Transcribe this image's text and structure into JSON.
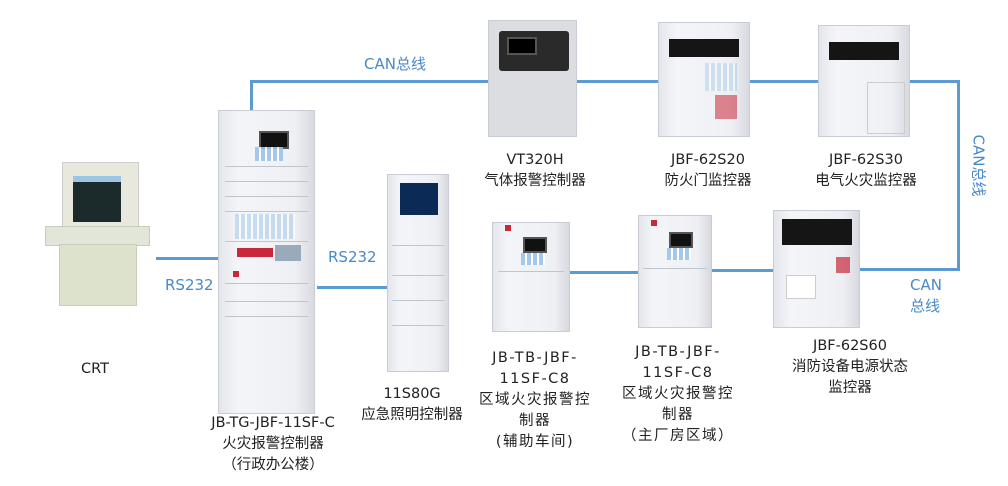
{
  "bus_labels": {
    "can_top": "CAN总线",
    "can_right_vertical": "CAN总线",
    "can_right_line1": "CAN",
    "can_right_line2": "总线",
    "rs232_left": "RS232",
    "rs232_right": "RS232"
  },
  "colors": {
    "bus_line": "#5b9bd5",
    "bus_label": "#4a88c8"
  },
  "devices": [
    {
      "lines": [
        "CRT"
      ]
    },
    {
      "lines": [
        "JB-TG-JBF-11SF-C",
        "火灾报警控制器",
        "（行政办公楼）"
      ]
    },
    {
      "lines": [
        "11S80G",
        "应急照明控制器"
      ]
    },
    {
      "lines": [
        "VT320H",
        "气体报警控制器"
      ]
    },
    {
      "lines": [
        "JBF-62S20",
        "防火门监控器"
      ]
    },
    {
      "lines": [
        "JBF-62S30",
        "电气火灾监控器"
      ]
    },
    {
      "lines": [
        "JB-TB-JBF-",
        "11SF-C8",
        "区域火灾报警控",
        "制器",
        "(辅助车间)"
      ]
    },
    {
      "lines": [
        "JB-TB-JBF-",
        "11SF-C8",
        "区域火灾报警控",
        "制器",
        "（主厂房区域）"
      ]
    },
    {
      "lines": [
        "JBF-62S60",
        "消防设备电源状态",
        "监控器"
      ]
    }
  ]
}
